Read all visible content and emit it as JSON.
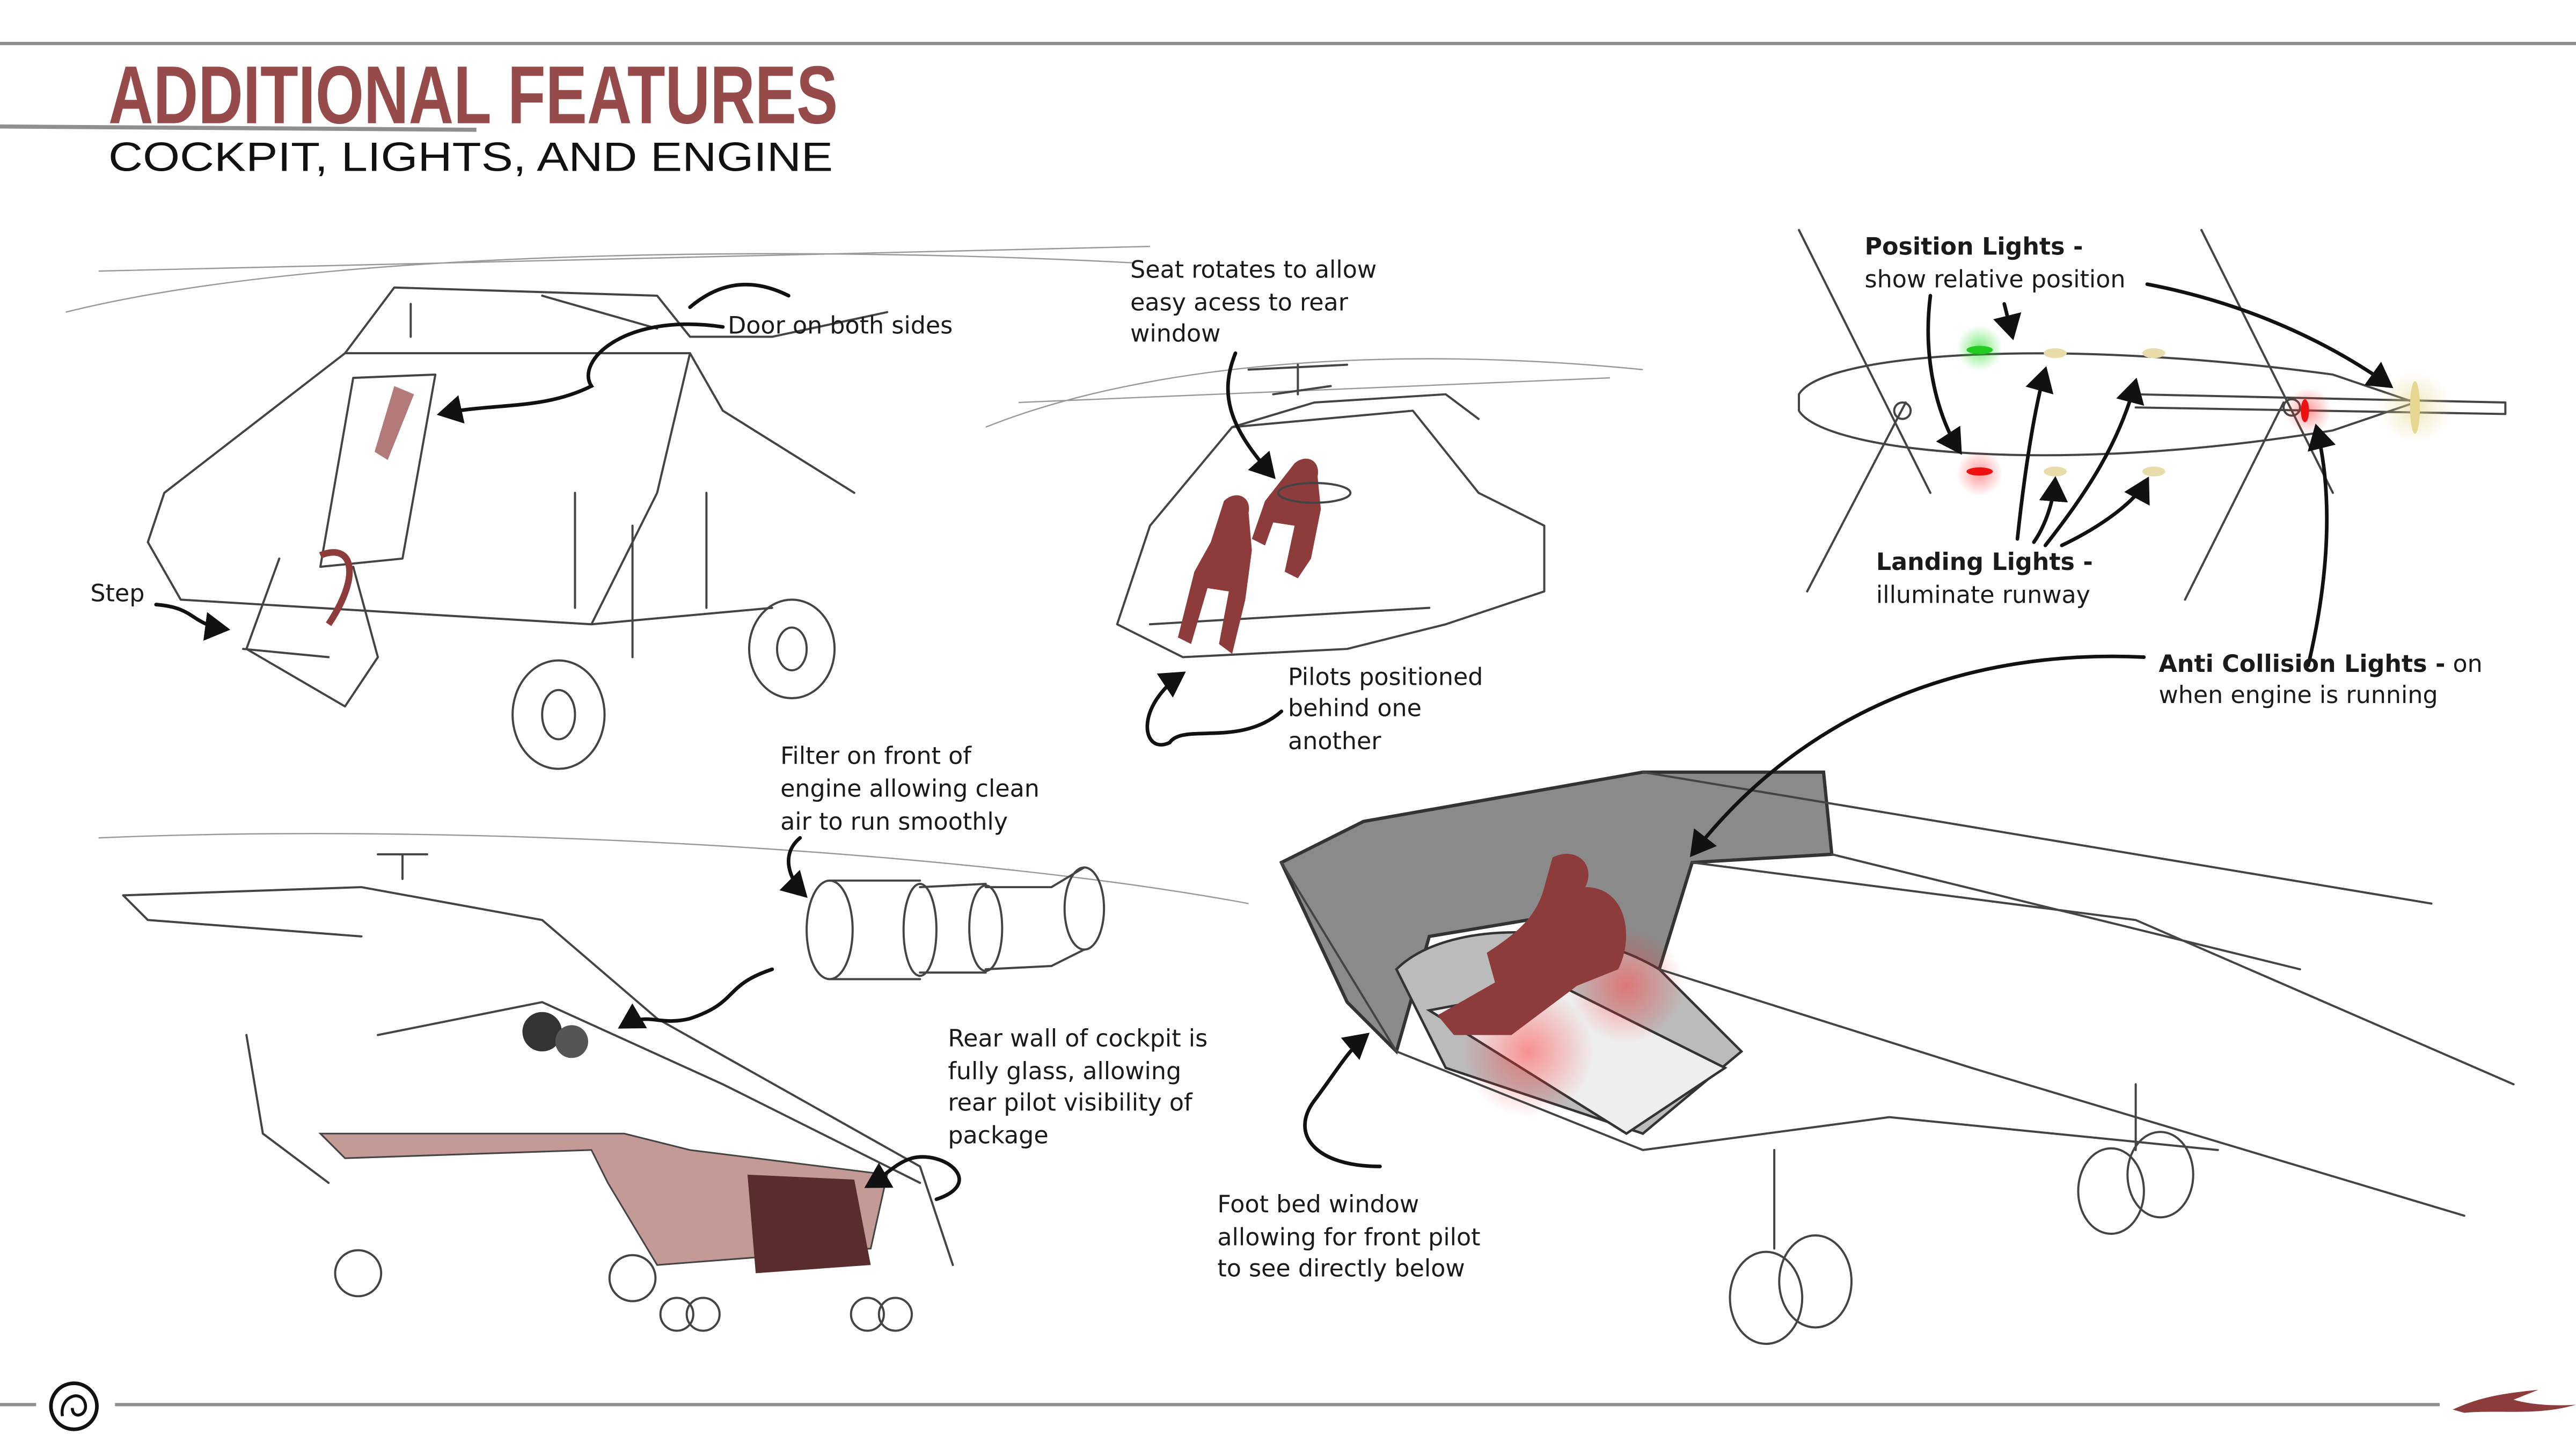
{
  "header": {
    "title": "ADDITIONAL FEATURES",
    "subtitle": "COCKPIT, LIGHTS, AND ENGINE"
  },
  "annotations": {
    "door": "Door on both sides",
    "step": "Step",
    "seat": [
      "Seat rotates to allow",
      "easy acess to rear",
      "window"
    ],
    "pilots": [
      "Pilots positioned",
      "behind one",
      "another"
    ],
    "position_lights": {
      "title": "Position Lights -",
      "desc": "show relative position"
    },
    "landing_lights": {
      "title": "Landing Lights -",
      "desc": "illuminate runway"
    },
    "anti_collision": {
      "title": "Anti Collision Lights -",
      "title_suffix": " on",
      "desc": "when engine is running"
    },
    "filter": [
      "Filter on front of",
      "engine allowing clean",
      "air to run  smoothly"
    ],
    "rear_wall": [
      "Rear wall of cockpit is",
      "fully glass, allowing",
      "rear pilot visibility of",
      "package"
    ],
    "foot_bed": [
      "Foot bed window",
      "allowing for front pilot",
      "to see directly below"
    ]
  },
  "colors": {
    "title": "#964a4a",
    "accent_red": "#8e3b3b",
    "position_green": "#22cc22",
    "position_red": "#ee1111",
    "landing_yellow": "#e8dcaa",
    "rule_gray": "#8f8f8f"
  }
}
